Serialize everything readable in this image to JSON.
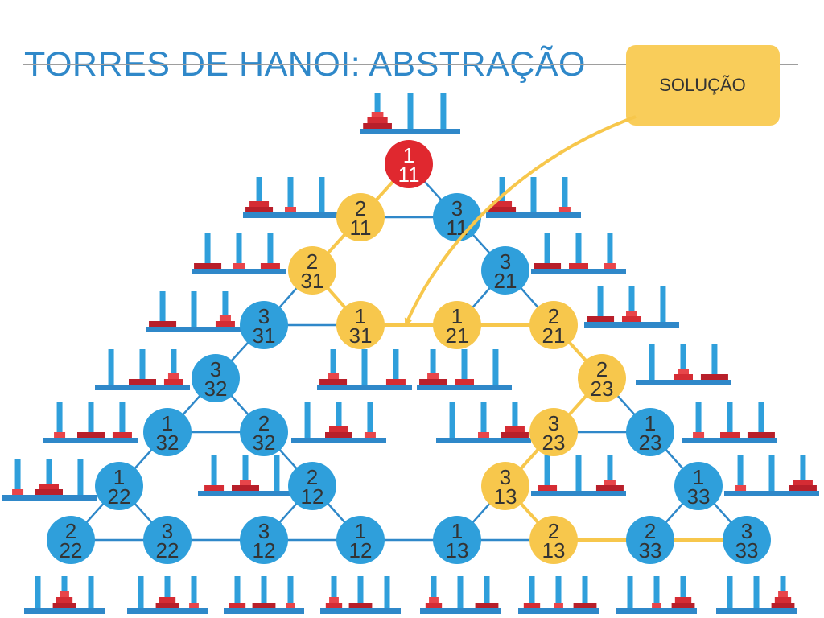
{
  "title": "TORRES DE HANOI: ABSTRAÇÃO",
  "callout": {
    "label": "SOLUÇÃO"
  },
  "colors": {
    "title": "#2f88c9",
    "rule": "#9e9e9e",
    "edge": "#2f88c9",
    "peg": "#2f9fdb",
    "base": "#2f88c9",
    "node_blue": "#2f9fdb",
    "node_gold": "#f7c74c",
    "node_red": "#e0282f",
    "path_gold": "#f7c74c",
    "disk_small": "#e8454a",
    "disk_medium": "#d52c34",
    "disk_large": "#b81f2a",
    "callout_fill": "#f9cd5a"
  },
  "nodes": [
    {
      "id": "r11",
      "top": "1",
      "bottom": "11",
      "kind": "start"
    },
    {
      "id": "b211",
      "top": "2",
      "bottom": "11",
      "kind": "path"
    },
    {
      "id": "b311",
      "top": "3",
      "bottom": "11",
      "kind": "normal"
    },
    {
      "id": "b231",
      "top": "2",
      "bottom": "31",
      "kind": "path"
    },
    {
      "id": "b321",
      "top": "3",
      "bottom": "21",
      "kind": "normal"
    },
    {
      "id": "b331",
      "top": "3",
      "bottom": "31",
      "kind": "normal"
    },
    {
      "id": "b131",
      "top": "1",
      "bottom": "31",
      "kind": "path"
    },
    {
      "id": "b121",
      "top": "1",
      "bottom": "21",
      "kind": "path"
    },
    {
      "id": "b221",
      "top": "2",
      "bottom": "21",
      "kind": "path"
    },
    {
      "id": "b332",
      "top": "3",
      "bottom": "32",
      "kind": "normal"
    },
    {
      "id": "b223",
      "top": "2",
      "bottom": "23",
      "kind": "path"
    },
    {
      "id": "b132",
      "top": "1",
      "bottom": "32",
      "kind": "normal"
    },
    {
      "id": "b232",
      "top": "2",
      "bottom": "32",
      "kind": "normal"
    },
    {
      "id": "b323",
      "top": "3",
      "bottom": "23",
      "kind": "path"
    },
    {
      "id": "b123",
      "top": "1",
      "bottom": "23",
      "kind": "normal"
    },
    {
      "id": "b122",
      "top": "1",
      "bottom": "22",
      "kind": "normal"
    },
    {
      "id": "b212",
      "top": "2",
      "bottom": "12",
      "kind": "normal"
    },
    {
      "id": "b313",
      "top": "3",
      "bottom": "13",
      "kind": "path"
    },
    {
      "id": "b133",
      "top": "1",
      "bottom": "33",
      "kind": "normal"
    },
    {
      "id": "b222",
      "top": "2",
      "bottom": "22",
      "kind": "normal"
    },
    {
      "id": "b322",
      "top": "3",
      "bottom": "22",
      "kind": "normal"
    },
    {
      "id": "b312",
      "top": "3",
      "bottom": "12",
      "kind": "normal"
    },
    {
      "id": "b112",
      "top": "1",
      "bottom": "12",
      "kind": "normal"
    },
    {
      "id": "b113",
      "top": "1",
      "bottom": "13",
      "kind": "normal"
    },
    {
      "id": "b213",
      "top": "2",
      "bottom": "13",
      "kind": "path"
    },
    {
      "id": "b233",
      "top": "2",
      "bottom": "33",
      "kind": "normal"
    },
    {
      "id": "b333",
      "top": "3",
      "bottom": "33",
      "kind": "normal"
    }
  ],
  "edges": [
    {
      "a": "r11",
      "b": "b211",
      "path": true
    },
    {
      "a": "r11",
      "b": "b311",
      "path": false
    },
    {
      "a": "b211",
      "b": "b311",
      "path": false
    },
    {
      "a": "b211",
      "b": "b231",
      "path": true
    },
    {
      "a": "b311",
      "b": "b321",
      "path": false
    },
    {
      "a": "b231",
      "b": "b331",
      "path": false
    },
    {
      "a": "b231",
      "b": "b131",
      "path": true
    },
    {
      "a": "b331",
      "b": "b131",
      "path": false
    },
    {
      "a": "b321",
      "b": "b121",
      "path": false
    },
    {
      "a": "b321",
      "b": "b221",
      "path": false
    },
    {
      "a": "b121",
      "b": "b221",
      "path": true
    },
    {
      "a": "b131",
      "b": "b121",
      "path": true
    },
    {
      "a": "b331",
      "b": "b332",
      "path": false
    },
    {
      "a": "b221",
      "b": "b223",
      "path": true
    },
    {
      "a": "b332",
      "b": "b132",
      "path": false
    },
    {
      "a": "b332",
      "b": "b232",
      "path": false
    },
    {
      "a": "b132",
      "b": "b232",
      "path": false
    },
    {
      "a": "b223",
      "b": "b323",
      "path": true
    },
    {
      "a": "b223",
      "b": "b123",
      "path": false
    },
    {
      "a": "b323",
      "b": "b123",
      "path": false
    },
    {
      "a": "b132",
      "b": "b122",
      "path": false
    },
    {
      "a": "b232",
      "b": "b212",
      "path": false
    },
    {
      "a": "b323",
      "b": "b313",
      "path": true
    },
    {
      "a": "b123",
      "b": "b133",
      "path": false
    },
    {
      "a": "b122",
      "b": "b222",
      "path": false
    },
    {
      "a": "b122",
      "b": "b322",
      "path": false
    },
    {
      "a": "b222",
      "b": "b322",
      "path": false
    },
    {
      "a": "b212",
      "b": "b312",
      "path": false
    },
    {
      "a": "b212",
      "b": "b112",
      "path": false
    },
    {
      "a": "b312",
      "b": "b112",
      "path": false
    },
    {
      "a": "b313",
      "b": "b113",
      "path": false
    },
    {
      "a": "b313",
      "b": "b213",
      "path": true
    },
    {
      "a": "b113",
      "b": "b213",
      "path": false
    },
    {
      "a": "b133",
      "b": "b233",
      "path": false
    },
    {
      "a": "b133",
      "b": "b333",
      "path": false
    },
    {
      "a": "b233",
      "b": "b333",
      "path": true
    },
    {
      "a": "b322",
      "b": "b312",
      "path": false
    },
    {
      "a": "b112",
      "b": "b113",
      "path": false
    },
    {
      "a": "b213",
      "b": "b233",
      "path": true
    }
  ],
  "towers": [
    {
      "id": "t-top",
      "pegs": [
        [
          3,
          2,
          1
        ],
        [],
        []
      ]
    },
    {
      "id": "t-l1",
      "pegs": [
        [
          3,
          2
        ],
        [
          1
        ],
        []
      ]
    },
    {
      "id": "t-r1",
      "pegs": [
        [
          3,
          2
        ],
        [],
        [
          1
        ]
      ]
    },
    {
      "id": "t-l2",
      "pegs": [
        [
          3
        ],
        [
          1
        ],
        [
          2
        ]
      ]
    },
    {
      "id": "t-r2",
      "pegs": [
        [
          3
        ],
        [
          2
        ],
        [
          1
        ]
      ]
    },
    {
      "id": "t-l3",
      "pegs": [
        [
          3
        ],
        [],
        [
          2,
          1
        ]
      ]
    },
    {
      "id": "t-r3",
      "pegs": [
        [
          3
        ],
        [
          2,
          1
        ],
        []
      ]
    },
    {
      "id": "t-c31",
      "pegs": [
        [
          3,
          1
        ],
        [],
        [
          2
        ]
      ]
    },
    {
      "id": "t-c21",
      "pegs": [
        [
          3,
          1
        ],
        [
          2
        ],
        []
      ]
    },
    {
      "id": "t-l4",
      "pegs": [
        [],
        [
          3
        ],
        [
          2,
          1
        ]
      ]
    },
    {
      "id": "t-r4",
      "pegs": [
        [],
        [
          2,
          1
        ],
        [
          3
        ]
      ]
    },
    {
      "id": "t-l5",
      "pegs": [
        [
          1
        ],
        [
          3
        ],
        [
          2
        ]
      ]
    },
    {
      "id": "t-c32",
      "pegs": [
        [],
        [
          3,
          2
        ],
        [
          1
        ]
      ]
    },
    {
      "id": "t-c23",
      "pegs": [
        [],
        [
          1
        ],
        [
          3,
          2
        ]
      ]
    },
    {
      "id": "t-r5",
      "pegs": [
        [
          1
        ],
        [
          2
        ],
        [
          3
        ]
      ]
    },
    {
      "id": "t-l6",
      "pegs": [
        [
          1
        ],
        [
          3,
          2
        ],
        []
      ]
    },
    {
      "id": "t-c12",
      "pegs": [
        [
          2
        ],
        [
          3,
          1
        ],
        []
      ]
    },
    {
      "id": "t-c13",
      "pegs": [
        [
          2
        ],
        [],
        [
          3,
          1
        ]
      ]
    },
    {
      "id": "t-r6",
      "pegs": [
        [
          1
        ],
        [],
        [
          3,
          2
        ]
      ]
    },
    {
      "id": "t-b1",
      "pegs": [
        [],
        [
          3,
          2,
          1
        ],
        []
      ]
    },
    {
      "id": "t-b2",
      "pegs": [
        [],
        [
          3,
          2
        ],
        [
          1
        ]
      ]
    },
    {
      "id": "t-b3",
      "pegs": [
        [
          2
        ],
        [
          3
        ],
        [
          1
        ]
      ]
    },
    {
      "id": "t-b4",
      "pegs": [
        [
          2,
          1
        ],
        [
          3
        ],
        []
      ]
    },
    {
      "id": "t-b5",
      "pegs": [
        [
          2,
          1
        ],
        [],
        [
          3
        ]
      ]
    },
    {
      "id": "t-b6",
      "pegs": [
        [
          2
        ],
        [
          1
        ],
        [
          3
        ]
      ]
    },
    {
      "id": "t-b7",
      "pegs": [
        [],
        [
          1
        ],
        [
          3,
          2
        ]
      ]
    },
    {
      "id": "t-b8",
      "pegs": [
        [],
        [],
        [
          3,
          2,
          1
        ]
      ]
    }
  ]
}
